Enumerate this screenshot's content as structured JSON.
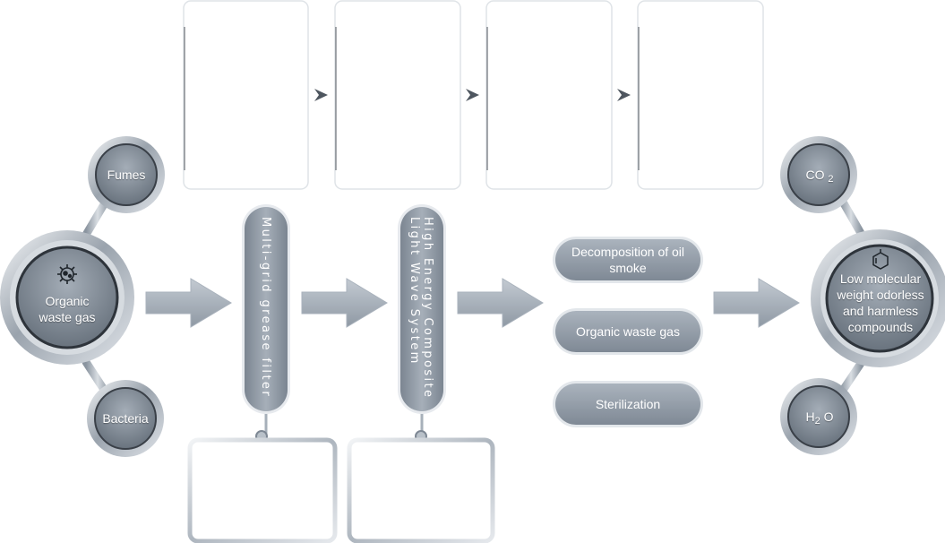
{
  "inputs": {
    "main": "Organic waste gas",
    "top": "Fumes",
    "bottom": "Bacteria"
  },
  "filters": {
    "grease": "Multi-grid grease filter",
    "light_line1": "High Energy Composite",
    "light_line2": "Light Wave System"
  },
  "effects": [
    "Decomposition of oil smoke",
    "Organic waste gas",
    "Sterilization"
  ],
  "outputs": {
    "main": "Low molecular weight odorless and harmless compounds",
    "top_base": "CO",
    "top_sub": "2",
    "bottom_base": "H",
    "bottom_sub": "2",
    "bottom_tail": "O"
  },
  "colors": {
    "accent_dark": "#4e565f",
    "accent_light": "#cdd3da",
    "arrow": "#9ea8b3"
  },
  "icons": [
    "virus-icon",
    "molecule-icon",
    "chevron-right-icon"
  ]
}
